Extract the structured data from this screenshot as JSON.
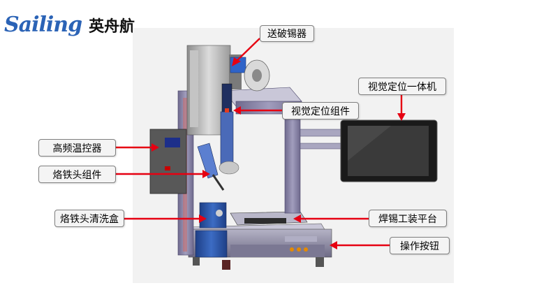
{
  "logo": {
    "brand_script": "Sailing",
    "brand_cn": "英舟航"
  },
  "labels": {
    "tin_feeder": "送破锡器",
    "vision_system": "视觉定位一体机",
    "vision_module": "视觉定位组件",
    "temp_controller": "高频温控器",
    "iron_head": "烙铁头组件",
    "iron_cleaner": "烙铁头清洗盒",
    "platform": "焊锡工装平台",
    "buttons": "操作按钮"
  },
  "colors": {
    "arrow": "#e60012",
    "frame_purple": "#8a86a8",
    "base_blue": "#2f57a8",
    "label_border": "#7f7f7f"
  }
}
